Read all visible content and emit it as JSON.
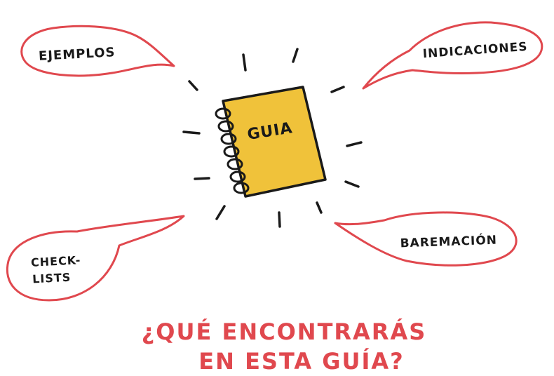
{
  "notebook": {
    "label": "GUIA",
    "cover_color": "#f0c23a"
  },
  "bubbles": {
    "top_left": "EJEMPLOS",
    "top_right": "INDICACIONES",
    "bottom_left_line1": "CHECK-",
    "bottom_left_line2": "LISTS",
    "bottom_right": "BAREMACIÓN"
  },
  "title": {
    "line1": "¿QUÉ ENCONTRARÁS",
    "line2": "EN ESTA GUÍA?"
  },
  "colors": {
    "bubble_outline": "#e0484e",
    "ink": "#1a1a1a",
    "title": "#e0484e"
  },
  "icons": {
    "center": "spiral-notebook-icon",
    "rays": "sunburst-rays"
  }
}
